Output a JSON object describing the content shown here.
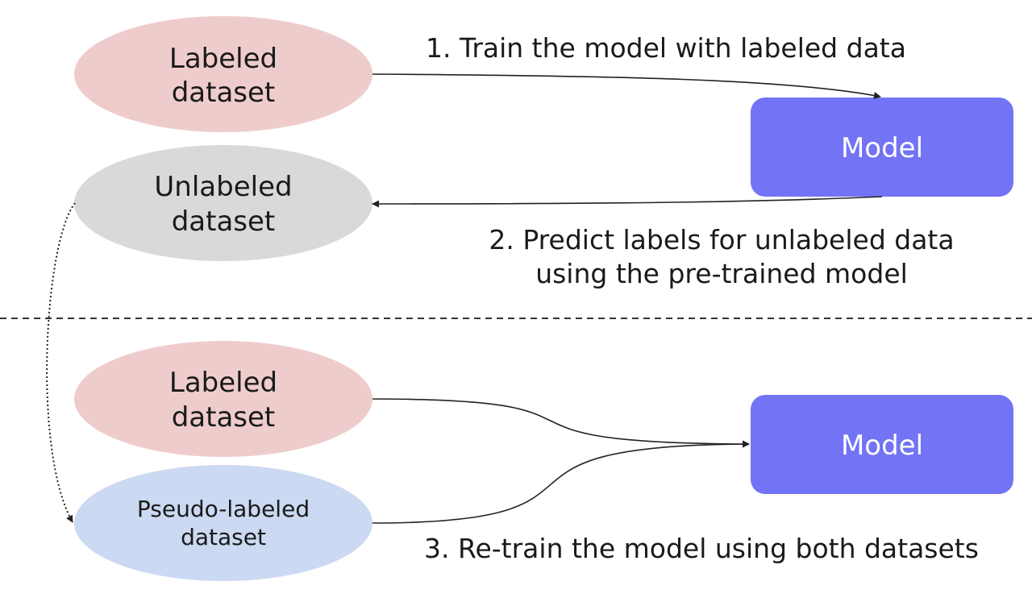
{
  "colors": {
    "labeled_fill": "#efcccc",
    "unlabeled_fill": "#d9d9d9",
    "pseudo_fill": "#cbd9f2",
    "model_fill": "#7373f5",
    "model_text": "#ffffff"
  },
  "top": {
    "labeled": {
      "line1": "Labeled",
      "line2": "dataset"
    },
    "unlabeled": {
      "line1": "Unlabeled",
      "line2": "dataset"
    },
    "model": {
      "label": "Model"
    },
    "step1": {
      "label": "1. Train the model with labeled data"
    },
    "step2": {
      "line1": "2. Predict labels for unlabeled data",
      "line2": "using the pre-trained model"
    }
  },
  "bottom": {
    "labeled": {
      "line1": "Labeled",
      "line2": "dataset"
    },
    "pseudo": {
      "line1": "Pseudo-labeled",
      "line2": "dataset"
    },
    "model": {
      "label": "Model"
    },
    "step3": {
      "label": "3. Re-train the model using both datasets"
    }
  }
}
